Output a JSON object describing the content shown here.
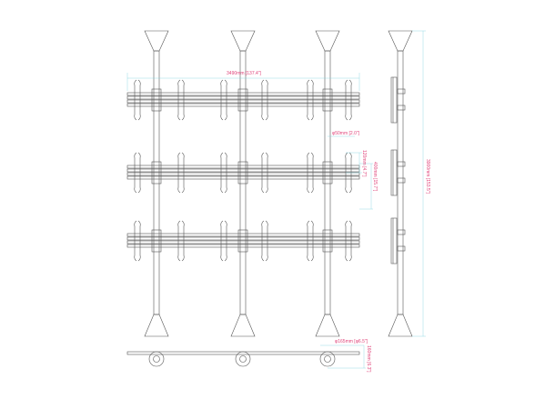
{
  "dimensions": {
    "width": "3490mm [137.4\"]",
    "height": "3900mm [153.5\"]",
    "pole_diameter": "φ50mm [2.0\"]",
    "bracket_spacing": "120mm [4.7\"]",
    "row_offset": "400mm [15.7\"]",
    "base_diameter": "φ165mm [φ6.5\"]",
    "base_depth": "160mm [6.3\"]"
  },
  "colors": {
    "line": "#555555",
    "dimension_line": "#7fd3e0",
    "dimension_text": "#e0457b"
  }
}
